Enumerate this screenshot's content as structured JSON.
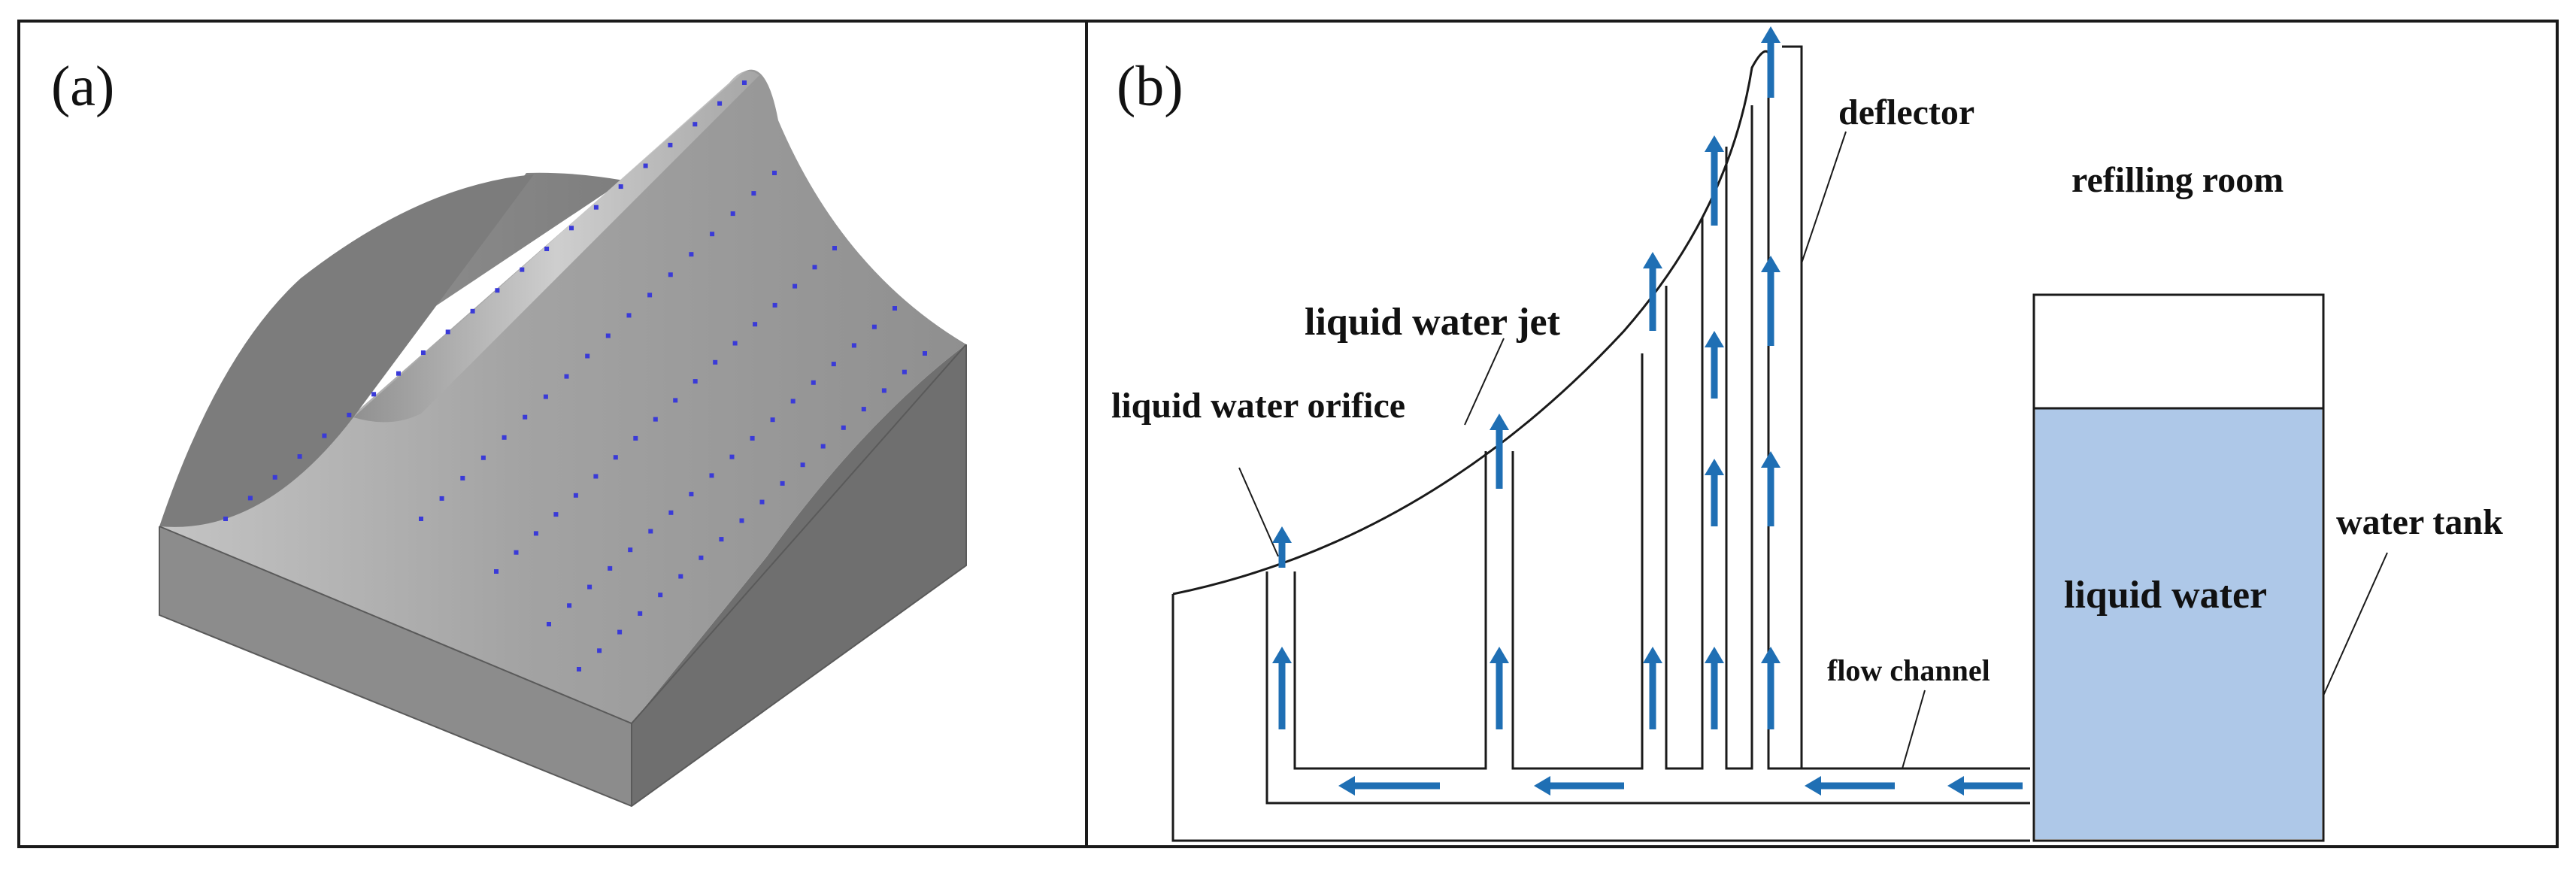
{
  "panel_a": {
    "label": "(a)"
  },
  "panel_b": {
    "label": "(b)",
    "labels": {
      "deflector": "deflector",
      "refilling_room": "refilling room",
      "liquid_water_jet": "liquid water jet",
      "liquid_water_orifice": "liquid water orifice",
      "water_tank": "water tank",
      "liquid_water": "liquid water",
      "flow_channel": "flow channel"
    }
  },
  "colors": {
    "frame": "#1a1a1a",
    "block_top": "#a9a9a9",
    "block_front": "#8c8c8c",
    "block_side": "#6f6f6f",
    "orifice_dots": "#3a3ad8",
    "arrow": "#1f6fb4",
    "water": "#aec8e8"
  }
}
